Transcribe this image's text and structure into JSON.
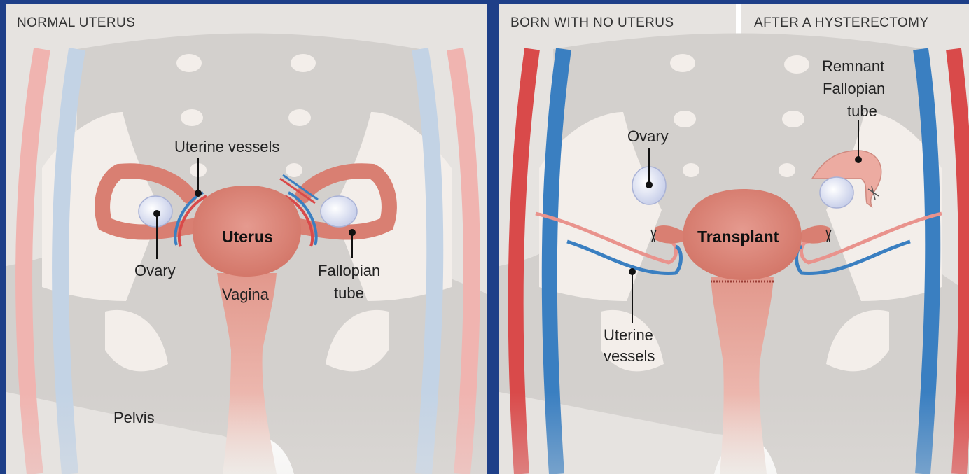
{
  "left_panel": {
    "header": "NORMAL UTERUS",
    "labels": {
      "uterine_vessels": "Uterine vessels",
      "uterus": "Uterus",
      "ovary": "Ovary",
      "vagina": "Vagina",
      "fallopian_line1": "Fallopian",
      "fallopian_line2": "tube",
      "pelvis": "Pelvis"
    }
  },
  "right_panel": {
    "header_left": "BORN WITH NO UTERUS",
    "header_right": "AFTER A HYSTERECTOMY",
    "labels": {
      "ovary": "Ovary",
      "transplant": "Transplant",
      "uterine_line1": "Uterine",
      "uterine_line2": "vessels",
      "remnant_line1": "Remnant",
      "remnant_line2": "Fallopian",
      "remnant_line3": "tube"
    }
  },
  "colors": {
    "background": "#1e3f88",
    "panel": "#e6e3e0",
    "bone": "#d3d0cd",
    "soft_tissue": "#f3eeea",
    "organ": "#d97f72",
    "organ_light": "#ecaba1",
    "artery": "#d94a4a",
    "vein": "#3a7fc1",
    "ovary": "#dfe4f3"
  }
}
